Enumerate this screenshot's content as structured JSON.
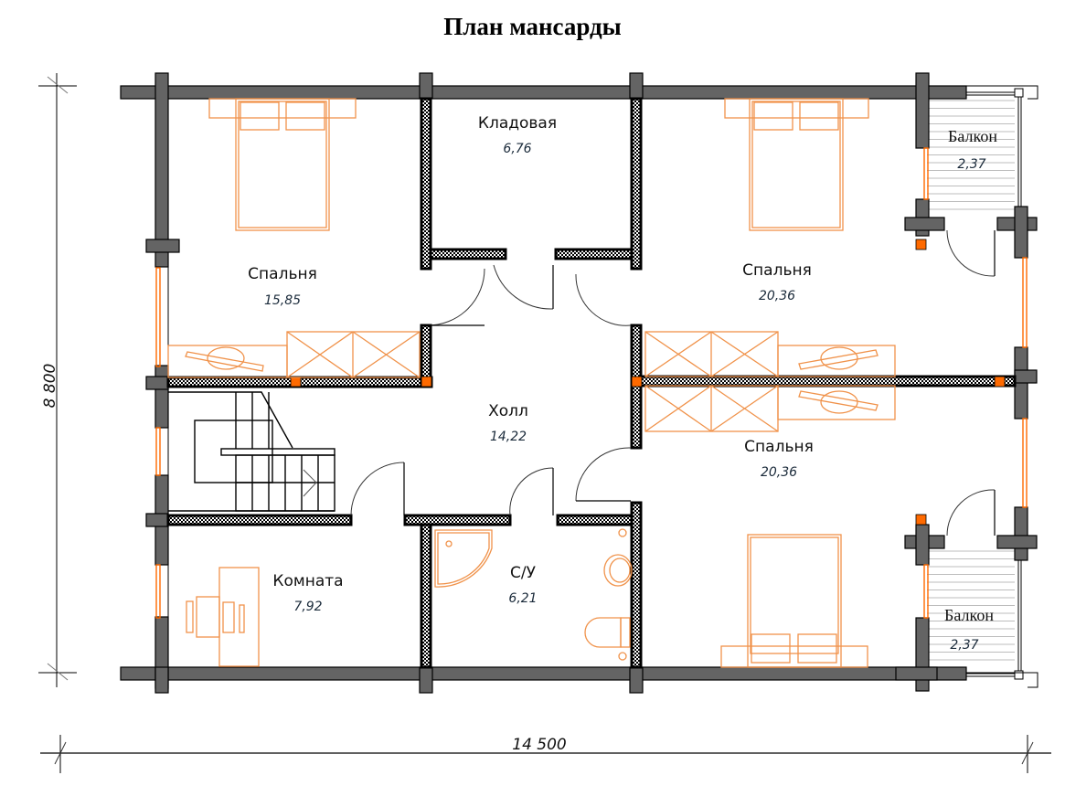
{
  "plan": {
    "title": "План мансарды",
    "colors": {
      "log_wall": "#646464",
      "furniture": "#f0924a",
      "post": "#ff6a00",
      "text": "#111111"
    },
    "dimensions": {
      "width": "14 500",
      "height": "8 800"
    },
    "rooms": [
      {
        "id": "bedroom_nw",
        "name": "Спальня",
        "area": "15,85"
      },
      {
        "id": "storage",
        "name": "Кладовая",
        "area": "6,76"
      },
      {
        "id": "bedroom_ne",
        "name": "Спальня",
        "area": "20,36"
      },
      {
        "id": "balcony_n",
        "name": "Балкон",
        "area": "2,37"
      },
      {
        "id": "hall",
        "name": "Холл",
        "area": "14,22"
      },
      {
        "id": "bedroom_se",
        "name": "Спальня",
        "area": "20,36"
      },
      {
        "id": "room_sw",
        "name": "Комната",
        "area": "7,92"
      },
      {
        "id": "bathroom",
        "name": "С/У",
        "area": "6,21"
      },
      {
        "id": "balcony_s",
        "name": "Балкон",
        "area": "2,37"
      }
    ]
  }
}
